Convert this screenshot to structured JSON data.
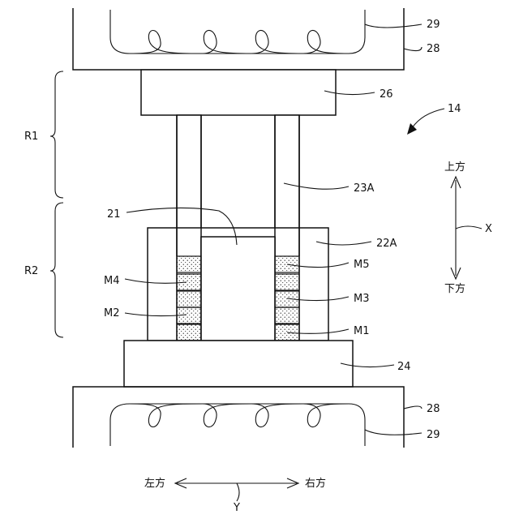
{
  "labels": {
    "l29_top": "29",
    "l28_top": "28",
    "l26": "26",
    "l14": "14",
    "r1": "R1",
    "r2": "R2",
    "up": "上方",
    "down": "下方",
    "x_axis": "X",
    "l23a": "23A",
    "l21": "21",
    "l22a": "22A",
    "m5": "M5",
    "m4": "M4",
    "m3": "M3",
    "m2": "M2",
    "m1": "M1",
    "l24": "24",
    "l28_bot": "28",
    "l29_bot": "29",
    "left": "左方",
    "right": "右方",
    "y_axis": "Y"
  }
}
